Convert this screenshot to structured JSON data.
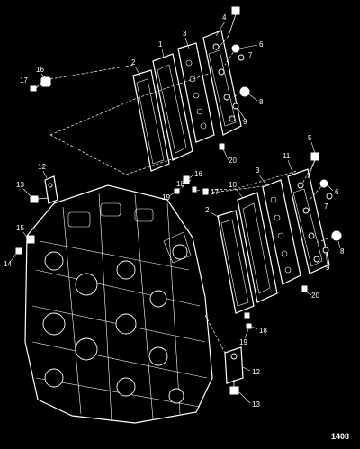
{
  "figure_number": "1408",
  "callouts": [
    {
      "id": "c-upper-4",
      "text": "4"
    },
    {
      "id": "c-upper-3",
      "text": "3"
    },
    {
      "id": "c-upper-1",
      "text": "1"
    },
    {
      "id": "c-upper-2",
      "text": "2"
    },
    {
      "id": "c-upper-6",
      "text": "6"
    },
    {
      "id": "c-upper-7",
      "text": "7"
    },
    {
      "id": "c-upper-8",
      "text": "8"
    },
    {
      "id": "c-upper-9",
      "text": "9"
    },
    {
      "id": "c-upper-20",
      "text": "20"
    },
    {
      "id": "c-upper-16",
      "text": "16"
    },
    {
      "id": "c-upper-17",
      "text": "17"
    },
    {
      "id": "c-lower-5",
      "text": "5"
    },
    {
      "id": "c-lower-11",
      "text": "11"
    },
    {
      "id": "c-lower-3",
      "text": "3"
    },
    {
      "id": "c-lower-10",
      "text": "10"
    },
    {
      "id": "c-lower-2",
      "text": "2"
    },
    {
      "id": "c-lower-6",
      "text": "6"
    },
    {
      "id": "c-lower-7",
      "text": "7"
    },
    {
      "id": "c-lower-8",
      "text": "8"
    },
    {
      "id": "c-lower-9",
      "text": "9"
    },
    {
      "id": "c-lower-20",
      "text": "20"
    },
    {
      "id": "c-lower-16",
      "text": "16"
    },
    {
      "id": "c-lower-18a",
      "text": "18"
    },
    {
      "id": "c-lower-19a",
      "text": "19"
    },
    {
      "id": "c-lower-17",
      "text": "17"
    },
    {
      "id": "c-lower-18b",
      "text": "18"
    },
    {
      "id": "c-lower-19b",
      "text": "19"
    },
    {
      "id": "c-left-12",
      "text": "12"
    },
    {
      "id": "c-left-13",
      "text": "13"
    },
    {
      "id": "c-left-15",
      "text": "15"
    },
    {
      "id": "c-left-14",
      "text": "14"
    },
    {
      "id": "c-bottom-12",
      "text": "12"
    },
    {
      "id": "c-bottom-13",
      "text": "13"
    }
  ]
}
